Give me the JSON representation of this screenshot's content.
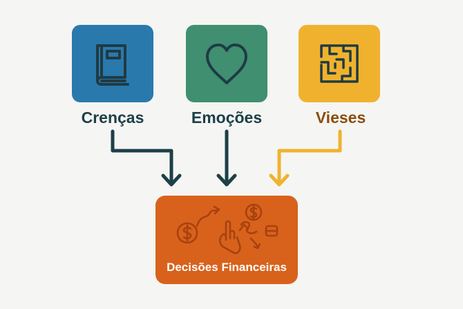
{
  "colors": {
    "background": "#f5f5f3",
    "crencas": "#2a79ad",
    "emocoes": "#3f8f70",
    "vieses": "#f0b22e",
    "outcome": "#d8621c",
    "dark_arrow": "#1d4048",
    "gold_arrow": "#f0b22e",
    "icon_stroke": "#1f3b44",
    "vieses_text": "#8a4e0e"
  },
  "inputs": [
    {
      "label": "Crenças",
      "icon": "book-icon"
    },
    {
      "label": "Emoções",
      "icon": "heart-icon"
    },
    {
      "label": "Vieses",
      "icon": "maze-icon"
    }
  ],
  "outcome": {
    "label": "Decisões Financeiras",
    "icons": [
      "dollar-coin-icon",
      "hand-icon",
      "arrows-icon",
      "cash-icon"
    ]
  }
}
